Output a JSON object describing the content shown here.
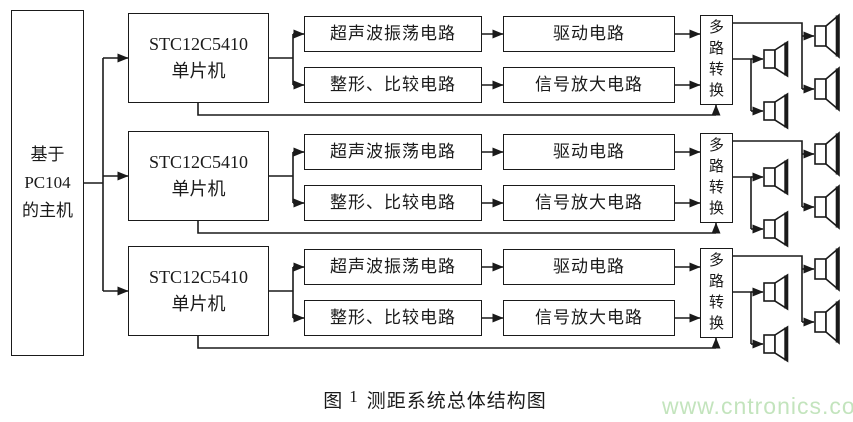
{
  "diagram": {
    "host": {
      "line1": "基于",
      "line2": "PC104",
      "line3": "的主机"
    },
    "groups": [
      {
        "mcu_line1": "STC12C5410",
        "mcu_line2": "单片机",
        "oscillator": "超声波振荡电路",
        "driver": "驱动电路",
        "shaper": "整形、比较电路",
        "amplifier": "信号放大电路",
        "mux": "多路转换"
      },
      {
        "mcu_line1": "STC12C5410",
        "mcu_line2": "单片机",
        "oscillator": "超声波振荡电路",
        "driver": "驱动电路",
        "shaper": "整形、比较电路",
        "amplifier": "信号放大电路",
        "mux": "多路转换"
      },
      {
        "mcu_line1": "STC12C5410",
        "mcu_line2": "单片机",
        "oscillator": "超声波振荡电路",
        "driver": "驱动电路",
        "shaper": "整形、比较电路",
        "amplifier": "信号放大电路",
        "mux": "多路转换"
      }
    ],
    "caption": {
      "figure_label": "图",
      "figure_number": "1",
      "title": "测距系统总体结构图"
    },
    "watermark": "www.cntronics.com",
    "colors": {
      "line": "#1a1a1a",
      "watermark_green": "#c3e4bd"
    },
    "icons": {
      "transducer": "ultrasonic-transducer-icon",
      "arrow": "flow-arrowhead"
    }
  }
}
